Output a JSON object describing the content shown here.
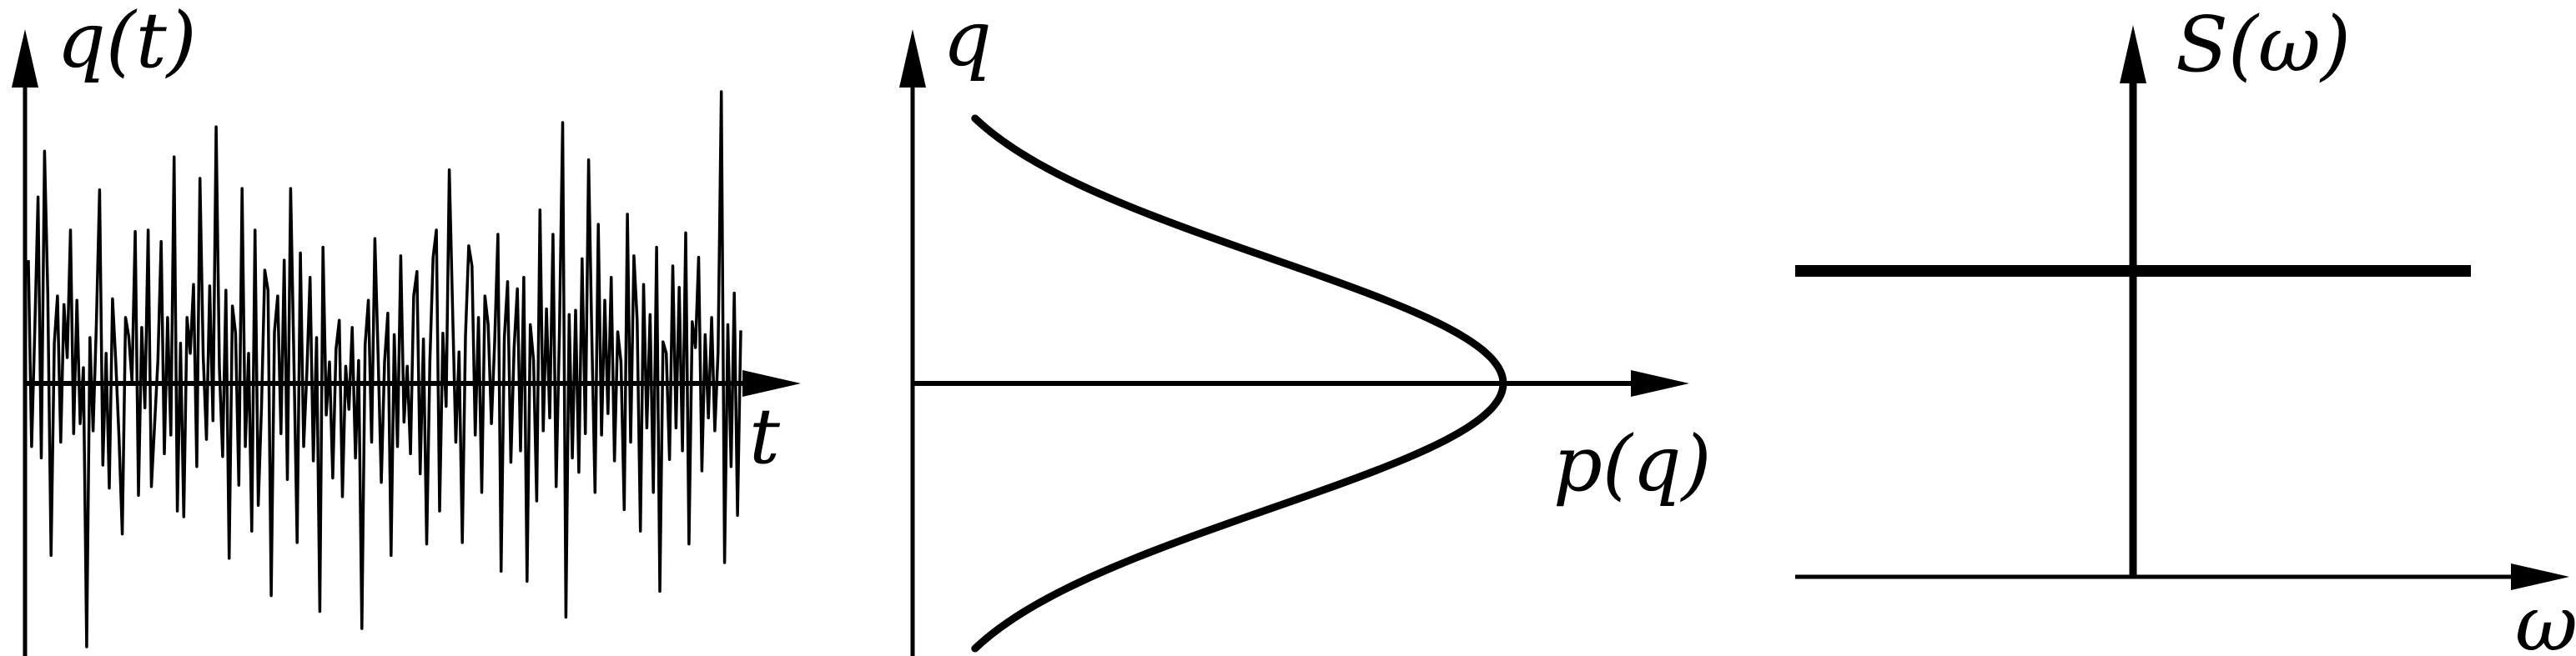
{
  "colors": {
    "ink": "#000000",
    "background": "#ffffff"
  },
  "panels": {
    "signal": {
      "y_label": "q(t)",
      "x_label": "t",
      "samples": [
        0.86,
        -0.44,
        0.39,
        1.3,
        -0.52,
        1.62,
        0.62,
        -1.2,
        0.28,
        0.61,
        -0.41,
        0.55,
        0.18,
        1.07,
        -0.35,
        0.58,
        -0.28,
        0.11,
        -1.85,
        0.32,
        -0.33,
        0.41,
        1.35,
        -0.57,
        0.21,
        -0.73,
        0.59,
        0.15,
        -0.38,
        -1.05,
        0.46,
        0.33,
        0.02,
        1.06,
        -0.78,
        0.39,
        -0.17,
        1.07,
        -0.72,
        -0.28,
        0.16,
        0.99,
        -0.49,
        0.46,
        -0.36,
        1.58,
        -0.89,
        0.28,
        -0.93,
        0.46,
        0.21,
        0.69,
        -0.58,
        1.43,
        0.19,
        -0.39,
        0.68,
        -0.26,
        1.79,
        0.11,
        -0.51,
        0.65,
        -1.22,
        0.54,
        0.35,
        -0.71,
        1.36,
        -0.44,
        0.21,
        -1.03,
        1.07,
        -0.85,
        -0.16,
        0.79,
        0.65,
        -1.48,
        0.36,
        0.61,
        -0.35,
        0.86,
        -0.67,
        1.36,
        0.17,
        -1.11,
        0.91,
        -0.44,
        0.07,
        0.74,
        -0.54,
        0.32,
        -1.59,
        0.95,
        -0.22,
        0.15,
        -0.66,
        0.24,
        0.44,
        -0.79,
        0.12,
        -0.18,
        0.39,
        -0.52,
        0.16,
        -1.71,
        0.27,
        0.58,
        -0.41,
        1.01,
        0.21,
        -0.69,
        0.15,
        0.49,
        -1.2,
        0.34,
        -0.44,
        0.89,
        -0.27,
        0.12,
        -0.49,
        0.61,
        0.78,
        -0.63,
        0.31,
        -1.12,
        0.15,
        0.88,
        1.07,
        -0.89,
        0.35,
        -0.16,
        1.49,
        0.53,
        -0.41,
        0.22,
        -1.11,
        0.33,
        0.96,
        0.82,
        -0.36,
        0.46,
        -0.76,
        0.61,
        0.41,
        -0.28,
        0.29,
        1.04,
        -1.31,
        0.32,
        0.71,
        -0.55,
        0.25,
        0.66,
        -0.47,
        0.74,
        -1.38,
        0.41,
        0.16,
        -0.82,
        1.21,
        -0.33,
        0.52,
        -0.24,
        1.04,
        -0.72,
        0.35,
        1.82,
        -1.63,
        0.48,
        -0.52,
        0.51,
        -0.62,
        0.87,
        -0.35,
        1.56,
        0.34,
        -0.76,
        1.11,
        -0.36,
        0.58,
        -0.21,
        0.74,
        -0.54,
        0.36,
        0.15,
        -0.88,
        1.18,
        -0.41,
        0.89,
        0.44,
        -1.03,
        0.69,
        -0.31,
        0.48,
        -0.76,
        0.95,
        -1.45,
        0.29,
        0.21,
        -0.53,
        0.82,
        -0.31,
        0.67,
        -0.47,
        1.05,
        -1.12,
        0.43,
        0.25,
        0.88,
        -0.61,
        0.34,
        -0.24,
        0.46,
        -0.33,
        0.22,
        2.15,
        -1.25,
        0.41,
        -0.58,
        0.63,
        -0.92,
        0.37
      ]
    },
    "distribution": {
      "y_label": "q",
      "x_label": "p(q)"
    },
    "spectrum": {
      "y_label": "S(ω)",
      "x_label": "ω",
      "level": 0.62
    }
  }
}
